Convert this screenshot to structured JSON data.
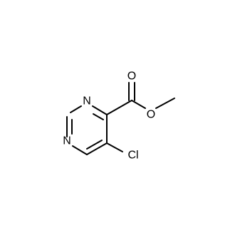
{
  "molecule": {
    "atoms": {
      "n_top": "N",
      "n_left": "N",
      "oxygen_carbonyl": "O",
      "oxygen_ester": "O",
      "chlorine": "Cl"
    },
    "colors": {
      "bond": "#000000",
      "label": "#000000",
      "background": "#ffffff"
    }
  }
}
